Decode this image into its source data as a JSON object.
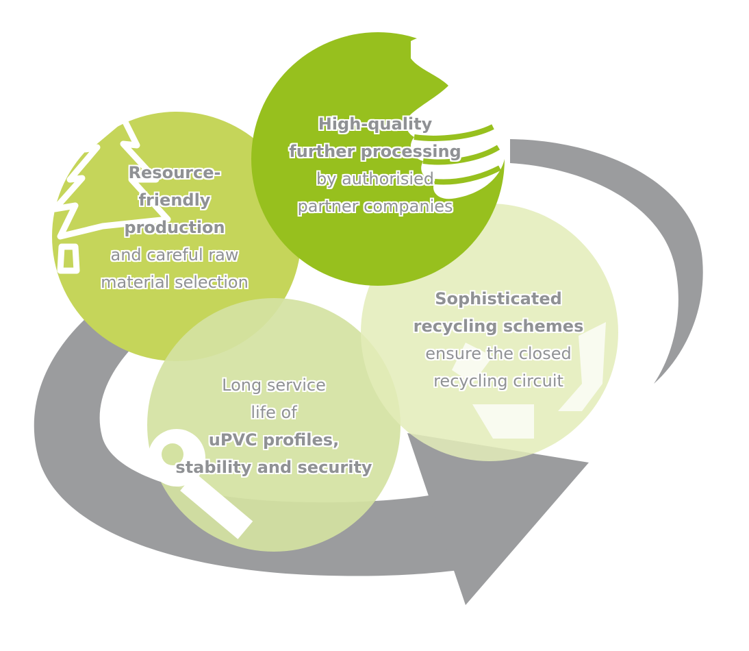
{
  "colors": {
    "arrow": "#9b9c9e",
    "circle_resource": "#c5d55a",
    "circle_processing": "#97c01e",
    "circle_recycling": "#e3ecb8",
    "circle_service": "#d4e2a2",
    "text": "#8f9194",
    "icon": "#ffffff"
  },
  "nodes": {
    "resource": {
      "lines": [
        {
          "text": "Resource-",
          "bold": true
        },
        {
          "text": "friendly",
          "bold": true
        },
        {
          "text": "production",
          "bold": true
        },
        {
          "text": "and careful raw",
          "bold": false
        },
        {
          "text": "material selection",
          "bold": false
        }
      ],
      "icon": "fir-tree-icon"
    },
    "processing": {
      "lines": [
        {
          "text": "High-quality",
          "bold": true
        },
        {
          "text": "further processing",
          "bold": true
        },
        {
          "text": "by authorisied",
          "bold": false
        },
        {
          "text": "partner companies",
          "bold": false
        }
      ],
      "icon": "hand-icon"
    },
    "recycling": {
      "lines": [
        {
          "text": "Sophisticated",
          "bold": true
        },
        {
          "text": "recycling schemes",
          "bold": true
        },
        {
          "text": "ensure the closed",
          "bold": false
        },
        {
          "text": "recycling circuit",
          "bold": false
        }
      ],
      "icon": "recycle-icon"
    },
    "service": {
      "lines": [
        {
          "text": "Long service",
          "bold": false
        },
        {
          "text": "life of",
          "bold": false
        },
        {
          "text": "uPVC profiles,",
          "bold": true
        },
        {
          "text": "stability and security",
          "bold": true
        }
      ],
      "icon": "key-icon"
    }
  }
}
